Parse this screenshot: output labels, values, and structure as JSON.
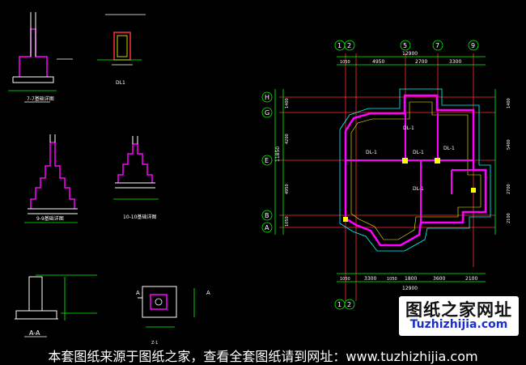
{
  "colors": {
    "background": "#000000",
    "wall": "#ff00ff",
    "axis": "#ff3030",
    "dim": "#00ff00",
    "text": "#ffffff",
    "ytext": "#ffff00",
    "cyan": "#00ffff"
  },
  "axes_top": [
    "1",
    "2",
    "5",
    "7",
    "9"
  ],
  "axes_bottom": [
    "1",
    "2"
  ],
  "axes_left": [
    "H",
    "G",
    "E",
    "B",
    "A"
  ],
  "dims_top": {
    "total": "12900",
    "segments": [
      "1050",
      "4950",
      "2700",
      "3300"
    ]
  },
  "dims_bottom": {
    "total": "12900",
    "segments": [
      "1050",
      "3300",
      "1050",
      "1800",
      "3600",
      "2100"
    ]
  },
  "dims_left": {
    "total": "11850",
    "segments": [
      "1400",
      "4200",
      "4950",
      "1050"
    ]
  },
  "dims_right": {
    "segments": [
      "1400",
      "5400",
      "2700",
      "2100"
    ]
  },
  "plan_labels": {
    "beam1": "DL-1",
    "beam2": "DL-1",
    "beam3": "DL-1",
    "beam4": "DL-1",
    "beam5": "DL-1"
  },
  "detail_labels": {
    "d1_title": "7-7基础详图",
    "d2_title": "DL1",
    "d3_title": "9-9基础详图",
    "d4_title": "10-10基础详图",
    "d5_title": "A-A",
    "d6_title": "Z-1",
    "section_mark": "A"
  },
  "watermark": {
    "cn": "图纸之家网址",
    "url": "Tuzhizhijia.com"
  },
  "footer": "本套图纸来源于图纸之家，查看全套图纸请到网址：www.tuzhizhijia.com"
}
